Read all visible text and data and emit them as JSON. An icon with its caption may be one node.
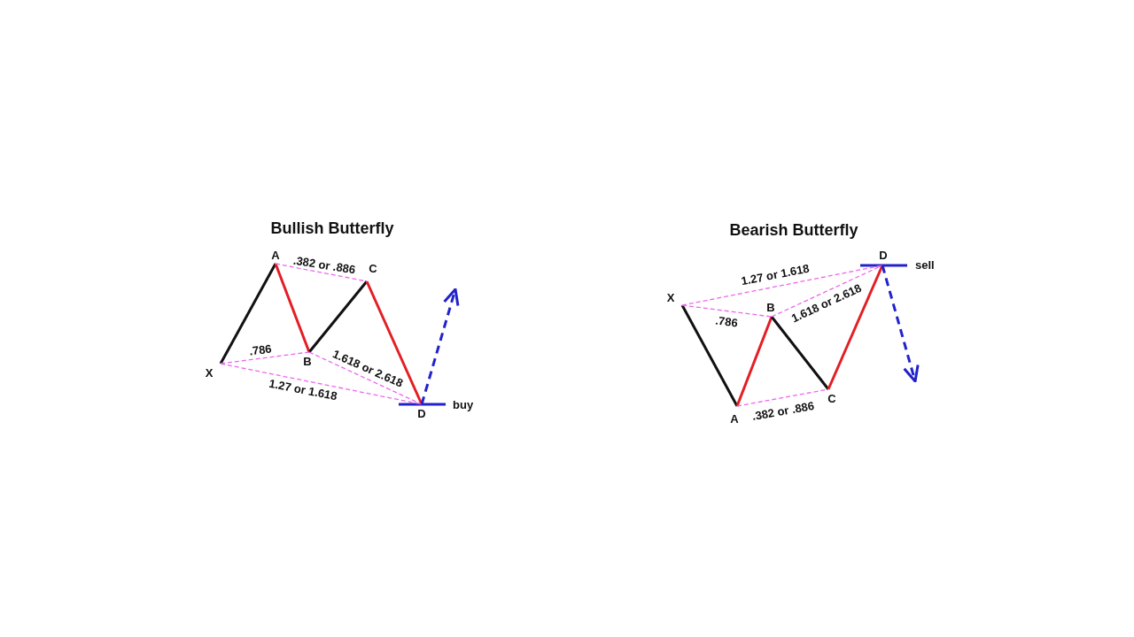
{
  "diagram": {
    "nodes": [
      {
        "text": [
          "X"
        ]
      },
      {
        "text": [
          "A"
        ]
      },
      {
        "text": [
          "B"
        ]
      },
      {
        "text": [
          "C"
        ]
      },
      {
        "text": [
          "D"
        ],
        "beside": [
          "buy"
        ]
      },
      {
        "text": [
          "X"
        ]
      },
      {
        "text": [
          "A"
        ]
      },
      {
        "text": [
          "B"
        ]
      },
      {
        "text": [
          "C"
        ]
      },
      {
        "text": [
          "D"
        ],
        "beside": [
          "sell"
        ]
      }
    ],
    "edges": [
      {
        "from": 0,
        "to": 1,
        "arrow": "none",
        "color": "#111111"
      },
      {
        "from": 1,
        "to": 2,
        "arrow": "none",
        "color": "#e31e24"
      },
      {
        "from": 2,
        "to": 3,
        "arrow": "none",
        "color": "#111111"
      },
      {
        "from": 3,
        "to": 4,
        "arrow": "none",
        "color": "#e31e24"
      },
      {
        "from": 1,
        "to": 3,
        "arrow": "none",
        "label": ".382 or .886",
        "style": "dashed",
        "color": "#ee66ee"
      },
      {
        "from": 0,
        "to": 2,
        "arrow": "none",
        "label": ".786",
        "style": "dashed",
        "color": "#ee66ee"
      },
      {
        "from": 2,
        "to": 4,
        "arrow": "none",
        "label": "1.618 or 2.618",
        "style": "dashed",
        "color": "#ee66ee"
      },
      {
        "from": 0,
        "to": 4,
        "arrow": "none",
        "label": "1.27 or 1.618",
        "style": "dashed",
        "color": "#ee66ee"
      },
      {
        "from": 4,
        "to": null,
        "arrow": "to",
        "style": "dashed",
        "color": "#2222cc"
      },
      {
        "from": 5,
        "to": 6,
        "arrow": "none",
        "color": "#111111"
      },
      {
        "from": 6,
        "to": 7,
        "arrow": "none",
        "color": "#e31e24"
      },
      {
        "from": 7,
        "to": 8,
        "arrow": "none",
        "color": "#111111"
      },
      {
        "from": 8,
        "to": 9,
        "arrow": "none",
        "color": "#e31e24"
      },
      {
        "from": 6,
        "to": 8,
        "arrow": "none",
        "label": ".382 or .886",
        "style": "dashed",
        "color": "#ee66ee"
      },
      {
        "from": 5,
        "to": 7,
        "arrow": "none",
        "label": ".786",
        "style": "dashed",
        "color": "#ee66ee"
      },
      {
        "from": 7,
        "to": 9,
        "arrow": "none",
        "label": "1.618 or 2.618",
        "style": "dashed",
        "color": "#ee66ee"
      },
      {
        "from": 5,
        "to": 9,
        "arrow": "none",
        "label": "1.27 or 1.618",
        "style": "dashed",
        "color": "#ee66ee"
      },
      {
        "from": 9,
        "to": null,
        "arrow": "to",
        "style": "dashed",
        "color": "#2222cc"
      }
    ],
    "labels": [
      "Bullish Butterfly",
      "Bearish Butterfly"
    ]
  }
}
